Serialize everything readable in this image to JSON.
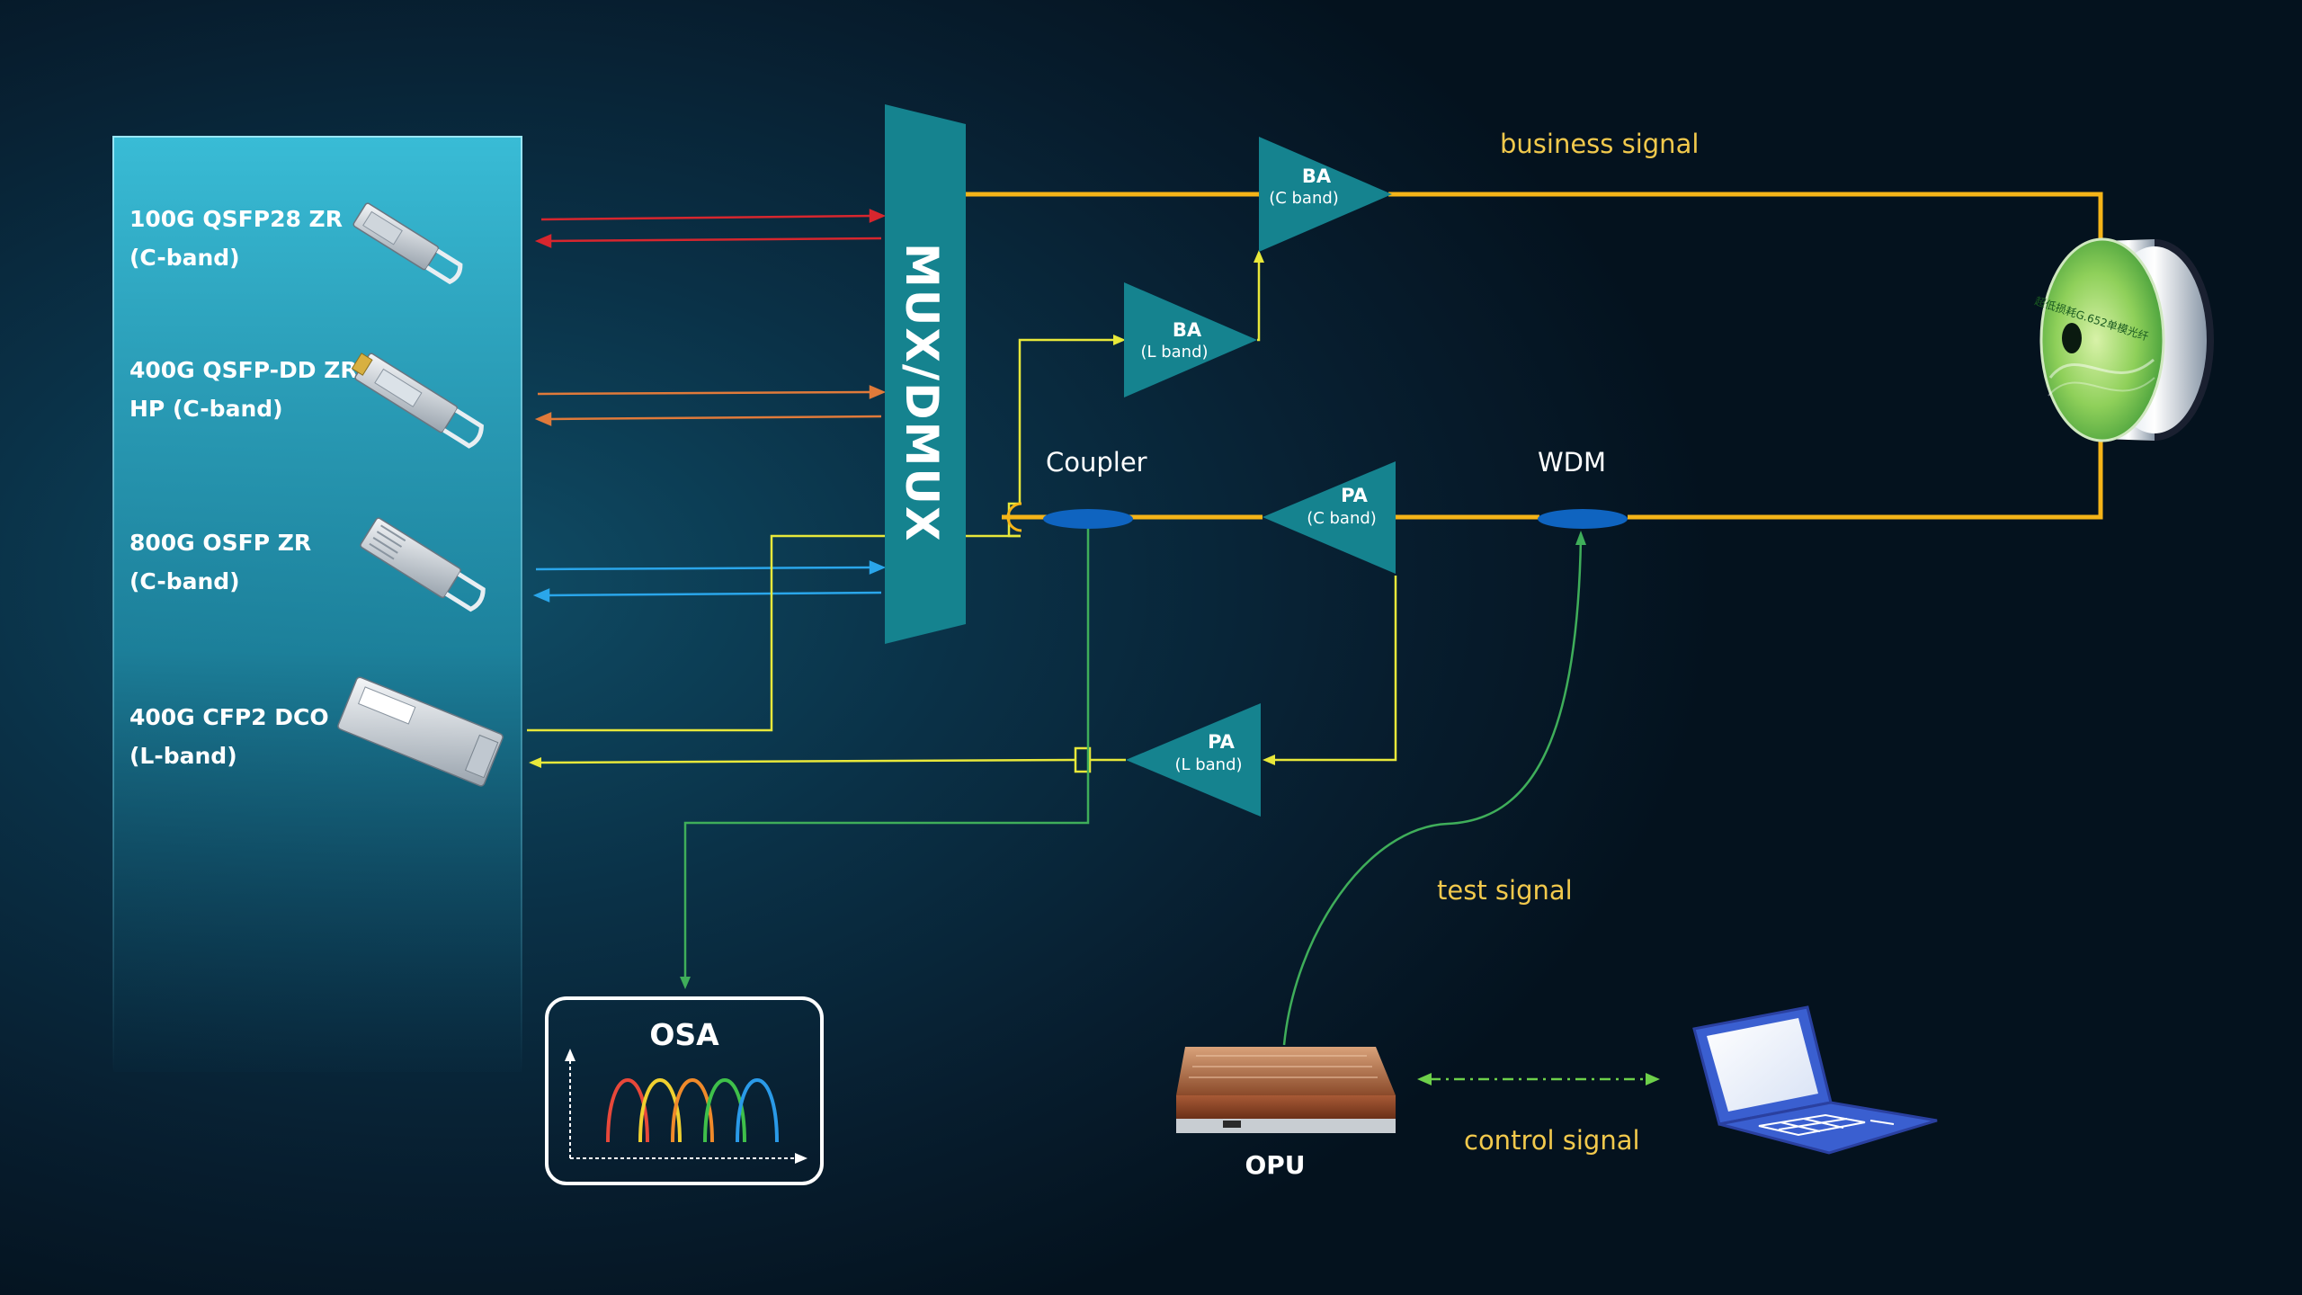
{
  "modules": [
    {
      "line1": "100G QSFP28 ZR",
      "line2": "(C-band)"
    },
    {
      "line1": "400G QSFP-DD ZR+",
      "line2": "HP (C-band)"
    },
    {
      "line1": "800G OSFP ZR",
      "line2": "(C-band)"
    },
    {
      "line1": "400G CFP2 DCO",
      "line2": "(L-band)"
    }
  ],
  "mux_label": "MUX/DMUX",
  "amplifiers": {
    "ba_c": {
      "name": "BA",
      "band": "(C band)"
    },
    "ba_l": {
      "name": "BA",
      "band": "(L band)"
    },
    "pa_c": {
      "name": "PA",
      "band": "(C band)"
    },
    "pa_l": {
      "name": "PA",
      "band": "(L band)"
    }
  },
  "labels": {
    "business_signal": "business signal",
    "coupler": "Coupler",
    "wdm": "WDM",
    "test_signal": "test signal",
    "control_signal": "control signal",
    "osa": "OSA",
    "opu": "OPU"
  },
  "spool_label": "超低损耗G.652单模光纤",
  "colors": {
    "main_fiber": "#f5b418",
    "l_band_path": "#e8e83a",
    "test_path": "#3fae5a",
    "red_link": "#d7262e",
    "orange_link": "#e07a3a",
    "blue_link": "#2aa6ea",
    "amplifier": "#15838f",
    "coupler": "#0f64c0"
  },
  "osa_spectrum_colors": [
    "#e8483a",
    "#f0d030",
    "#f08a2a",
    "#3fc04a",
    "#2a9ae8"
  ]
}
